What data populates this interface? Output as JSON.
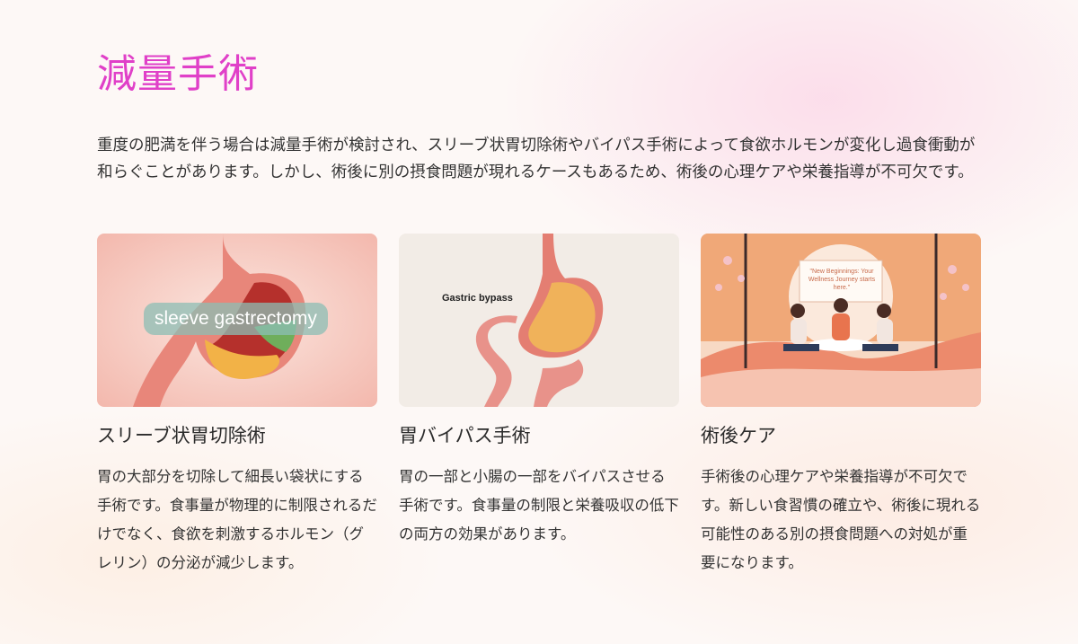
{
  "title": "減量手術",
  "intro": "重度の肥満を伴う場合は減量手術が検討され、スリーブ状胃切除術やバイパス手術によって食欲ホルモンが変化し過食衝動が和らぐことがあります。しかし、術後に別の摂食問題が現れるケースもあるため、術後の心理ケアや栄養指導が不可欠です。",
  "cards": [
    {
      "image_label": "sleeve gastrectomy",
      "title": "スリーブ状胃切除術",
      "text": "胃の大部分を切除して細長い袋状にする手術です。食事量が物理的に制限されるだけでなく、食欲を刺激するホルモン（グレリン）の分泌が減少します。"
    },
    {
      "image_label": "Gastric bypass",
      "title": "胃バイパス手術",
      "text": "胃の一部と小腸の一部をバイパスさせる手術です。食事量の制限と栄養吸収の低下の両方の効果があります。"
    },
    {
      "image_label": "\"New Beginnings: Your Wellness Journey starts here.\"",
      "title": "術後ケア",
      "text": "手術後の心理ケアや栄養指導が不可欠です。新しい食習慣の確立や、術後に現れる可能性のある別の摂食問題への対処が重要になります。"
    }
  ],
  "colors": {
    "title": "#e040c8",
    "text": "#333333"
  }
}
